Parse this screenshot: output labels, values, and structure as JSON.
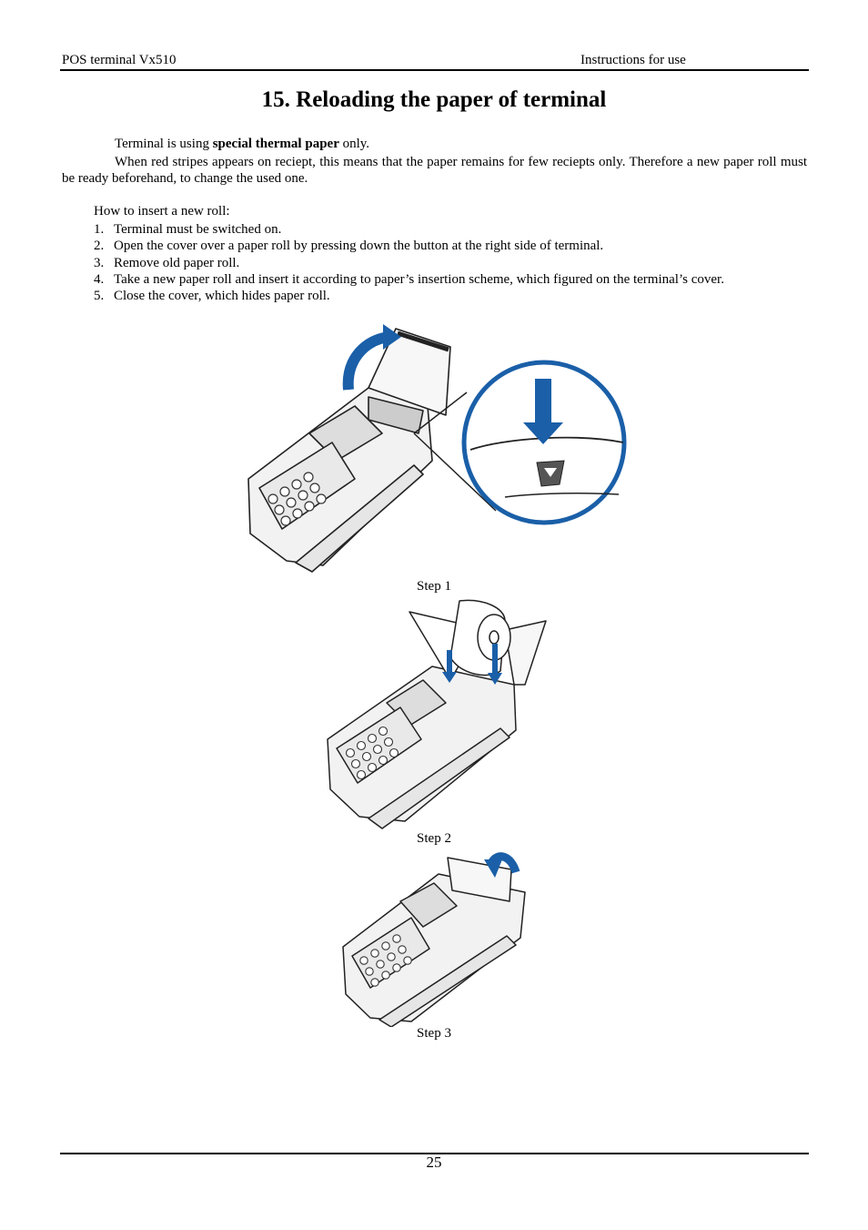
{
  "header": {
    "left": "POS terminal Vx510",
    "right": "Instructions for use"
  },
  "title": "15. Reloading the paper of terminal",
  "intro": {
    "prefix": "Terminal is using ",
    "bold": "special thermal paper",
    "suffix": " only.",
    "paragraph": "When red stripes appears on reciept, this means that the paper remains for few reciepts only. Therefore a new paper roll must be ready beforehand, to change the used one."
  },
  "howto_label": "How to insert a new roll:",
  "steps": [
    {
      "num": "1.",
      "text": "Terminal must be switched on."
    },
    {
      "num": "2.",
      "text": "Open the cover over a paper roll by pressing down the button at the right side of terminal."
    },
    {
      "num": "3.",
      "text": "Remove old paper roll."
    },
    {
      "num": "4.",
      "text": "Take a new paper roll and insert it according to paper’s insertion scheme, which figured on the terminal’s cover."
    },
    {
      "num": "5.",
      "text": "Close the cover, which hides paper roll."
    }
  ],
  "figures": [
    {
      "caption": "Step 1",
      "icon": "terminal-open-cover-illustration"
    },
    {
      "caption": "Step 2",
      "icon": "terminal-insert-roll-illustration"
    },
    {
      "caption": "Step 3",
      "icon": "terminal-close-cover-illustration"
    }
  ],
  "colors": {
    "arrow": "#1a5fa8",
    "rule": "#000000"
  },
  "page_number": "25"
}
